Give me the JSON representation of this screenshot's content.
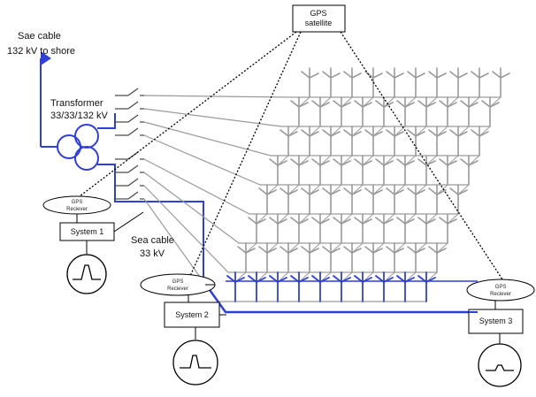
{
  "labels": {
    "gps_satellite_line1": "GPS",
    "gps_satellite_line2": "satellite",
    "sae_cable_line1": "Sae cable",
    "sae_cable_line2": "132 kV to shore",
    "transformer_line1": "Transformer",
    "transformer_line2": "33/33/132 kV",
    "sea_cable_line1": "Sea cable",
    "sea_cable_line2": "33 kV"
  },
  "gps_receivers": [
    {
      "line1": "GPS",
      "line2": "Reciever"
    },
    {
      "line1": "GPS",
      "line2": "Reciever"
    },
    {
      "line1": "GPS",
      "line2": "Reciever"
    }
  ],
  "systems": [
    {
      "label": "System 1"
    },
    {
      "label": "System 2"
    },
    {
      "label": "System 3"
    }
  ],
  "wind_farm": {
    "turbine_rows": 8,
    "turbines_per_row": 10,
    "feeder_switches": 8
  },
  "colors": {
    "sea_cable": "#2f3fd8",
    "transformer": "#2f3fd8",
    "turbine": "#9a9a9a",
    "line": "#000000"
  }
}
